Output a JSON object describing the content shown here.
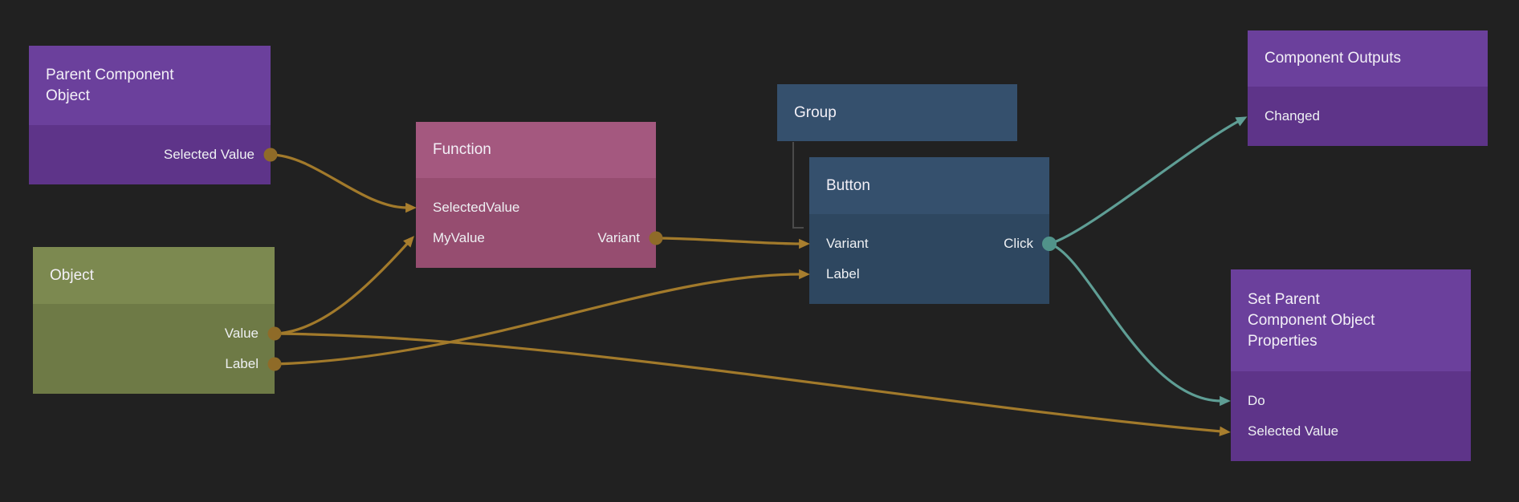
{
  "canvas": {
    "background": "#212121"
  },
  "palette": {
    "wire_amber": "#a27a2b",
    "wire_teal": "#5f9e95",
    "dot_amber": "#8f6b28",
    "dot_teal": "#51938a",
    "arrow_amber": "#a87e2e",
    "arrow_teal": "#5f9e95",
    "group_child_link": "#4b4b4b",
    "purple_header": "#6b409c",
    "purple_body": "#5e3489",
    "olive_header": "#7c8950",
    "olive_body": "#6e7a46",
    "magenta_header": "#a4587f",
    "magenta_body": "#964d70",
    "slate_header": "#35506d",
    "slate_body": "#2e4760",
    "title_text": "#f3f0f7",
    "port_text": "#eef0f3"
  },
  "nodes": [
    {
      "id": "parent-component-object",
      "title": "Parent Component Object",
      "outputs": [
        {
          "label": "Selected Value"
        }
      ],
      "inputs": []
    },
    {
      "id": "object",
      "title": "Object",
      "outputs": [
        {
          "label": "Value"
        },
        {
          "label": "Label"
        }
      ],
      "inputs": []
    },
    {
      "id": "function",
      "title": "Function",
      "inputs": [
        {
          "label": "SelectedValue"
        },
        {
          "label": "MyValue"
        }
      ],
      "outputs": [
        {
          "label": "Variant"
        }
      ]
    },
    {
      "id": "group",
      "title": "Group",
      "inputs": [],
      "outputs": []
    },
    {
      "id": "button",
      "title": "Button",
      "inputs": [
        {
          "label": "Variant"
        },
        {
          "label": "Label"
        }
      ],
      "outputs": [
        {
          "label": "Click"
        }
      ]
    },
    {
      "id": "component-outputs",
      "title": "Component Outputs",
      "inputs": [
        {
          "label": "Changed"
        }
      ],
      "outputs": []
    },
    {
      "id": "set-parent-component-object-properties",
      "title": "Set Parent Component Object Properties",
      "inputs": [
        {
          "label": "Do"
        },
        {
          "label": "Selected Value"
        }
      ],
      "outputs": []
    }
  ],
  "edges": [
    {
      "from": "Parent Component Object.Selected Value",
      "to": "Function.SelectedValue",
      "type": "data"
    },
    {
      "from": "Object.Value",
      "to": "Function.MyValue",
      "type": "data"
    },
    {
      "from": "Object.Value",
      "to": "Set Parent Component Object Properties.Selected Value",
      "type": "data"
    },
    {
      "from": "Object.Label",
      "to": "Button.Label",
      "type": "data"
    },
    {
      "from": "Function.Variant",
      "to": "Button.Variant",
      "type": "data"
    },
    {
      "from": "Button.Click",
      "to": "Component Outputs.Changed",
      "type": "signal"
    },
    {
      "from": "Button.Click",
      "to": "Set Parent Component Object Properties.Do",
      "type": "signal"
    },
    {
      "from": "Group",
      "to": "Button",
      "type": "child-link"
    }
  ]
}
